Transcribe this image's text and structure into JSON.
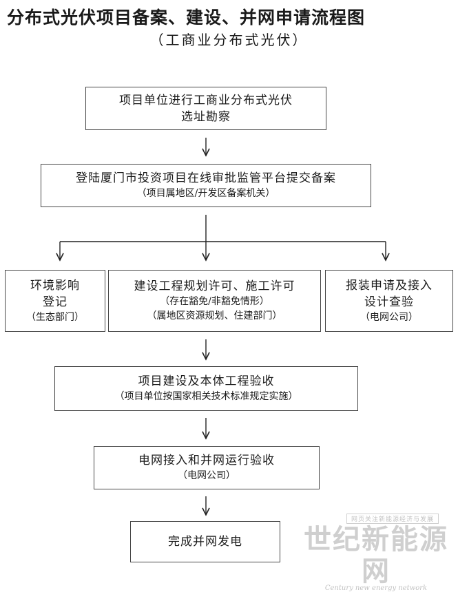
{
  "title": "分布式光伏项目备案、建设、并网申请流程图",
  "subtitle": "（工商业分布式光伏）",
  "nodes": {
    "site": {
      "line1": "项目单位进行工商业分布式光伏",
      "line2": "选址勘察"
    },
    "filing": {
      "line1": "登陆厦门市投资项目在线审批监管平台提交备案",
      "sub": "（项目属地区/开发区备案机关）"
    },
    "env": {
      "line1": "环境影响",
      "line2": "登记",
      "sub": "（生态部门）"
    },
    "permit": {
      "line1": "建设工程规划许可、施工许可",
      "sub1": "（存在豁免/非豁免情形）",
      "sub2": "（属地区资源规划、住建部门）"
    },
    "grid_apply": {
      "line1": "报装申请及接入",
      "line2": "设计查验",
      "sub": "（电网公司）"
    },
    "construction": {
      "line1": "项目建设及本体工程验收",
      "sub": "（项目单位按国家相关技术标准规定实施）"
    },
    "grid_accept": {
      "line1": "电网接入和并网运行验收",
      "sub": "（电网公司）"
    },
    "done": {
      "line1": "完成并网发电"
    }
  },
  "watermark": {
    "top": "网页关注新能源经济与发展",
    "main": "世纪新能源网",
    "en": "Century new energy network"
  }
}
